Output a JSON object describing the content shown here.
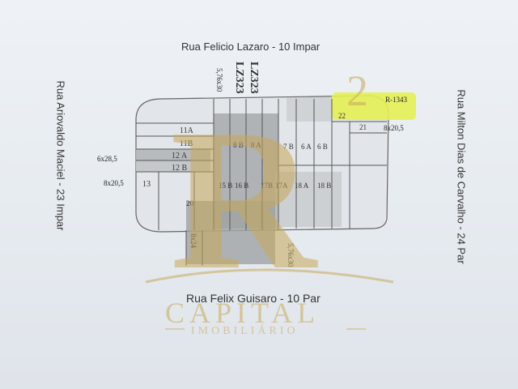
{
  "streets": {
    "top": "Rua Felicio Lazaro - 10 Impar",
    "bottom": "Rua Felix Guisaro - 10 Par",
    "left": "Rua Ariovaldo Maciel - 23 Impar",
    "right": "Rua Milton Dias de Carvalho - 24 Par"
  },
  "codes": [
    "LZ323",
    "LZ323"
  ],
  "lots": {
    "l11a": "11A",
    "l11b": "11B",
    "l12a": "12 A",
    "l12b": "12 B",
    "l13": "13",
    "l8b": "8 B",
    "l8a": "8 A",
    "l7b": "7 B",
    "l6b": "6 B",
    "l6a": "6 A",
    "l21": "21",
    "l22": "22",
    "l17b": "17B",
    "l17a": "17A",
    "l18a": "18 A",
    "l18b": "18 B",
    "l15b": "15 B",
    "l16": "16 B",
    "l20": "20"
  },
  "dims": {
    "d_top_vertical": "5,76x30",
    "d_left_1": "6x28,5",
    "d_left_2": "8x20,5",
    "d_right": "8x20,5",
    "d_bottom_vertical": "8x24",
    "d_bottom_right": "5,76x30"
  },
  "highlight": "R-1343",
  "watermark": {
    "name": "CAPITAL",
    "sub": "IMOBILIÁRIO",
    "mark": "R",
    "sup": "2"
  },
  "colors": {
    "highlight": "#e8f060",
    "gold": "#c8a85a",
    "lot_shade": "#9e9e9e",
    "line": "#555555"
  }
}
